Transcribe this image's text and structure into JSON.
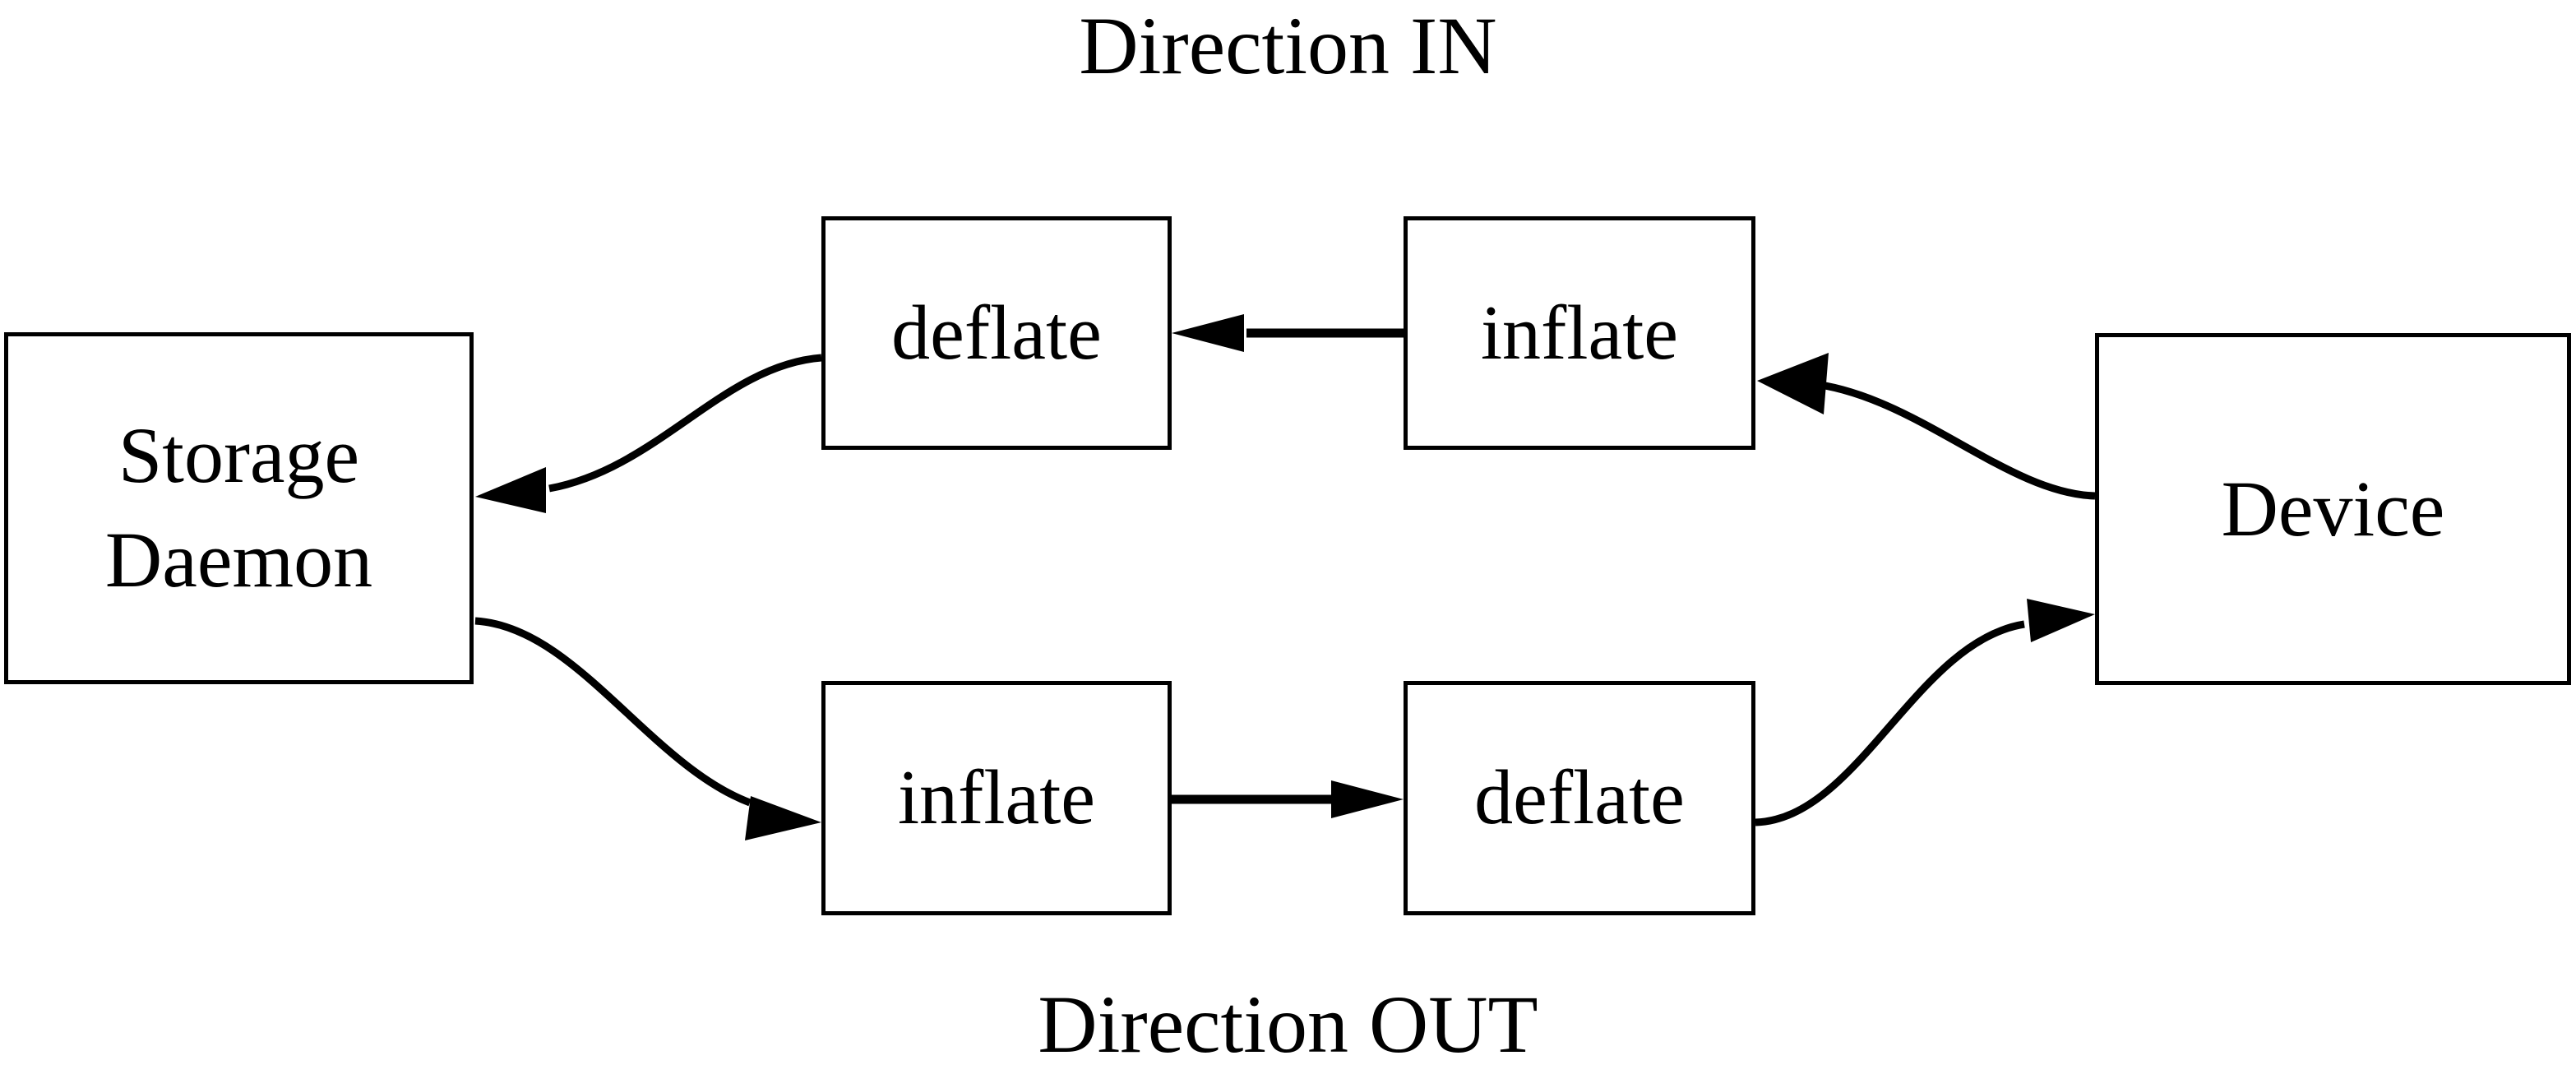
{
  "diagram": {
    "title_top": "Direction IN",
    "title_bottom": "Direction OUT",
    "stroke_color": "#000000",
    "background_color": "#ffffff",
    "nodes": [
      {
        "id": "storage-daemon",
        "label_line1": "Storage",
        "label_line2": "Daemon"
      },
      {
        "id": "deflate-in",
        "label": "deflate"
      },
      {
        "id": "inflate-in",
        "label": "inflate"
      },
      {
        "id": "device",
        "label": "Device"
      },
      {
        "id": "inflate-out",
        "label": "inflate"
      },
      {
        "id": "deflate-out",
        "label": "deflate"
      }
    ],
    "edges": [
      {
        "id": "device-to-inflate-in",
        "from": "Device",
        "to": "inflate",
        "style": "curved",
        "direction": "right-to-left"
      },
      {
        "id": "inflate-in-to-deflate-in",
        "from": "inflate",
        "to": "deflate",
        "style": "straight",
        "direction": "right-to-left"
      },
      {
        "id": "deflate-in-to-storage-daemon",
        "from": "deflate",
        "to": "Storage Daemon",
        "style": "curved",
        "direction": "right-to-left"
      },
      {
        "id": "storage-daemon-to-inflate-out",
        "from": "Storage Daemon",
        "to": "inflate",
        "style": "curved",
        "direction": "left-to-right"
      },
      {
        "id": "inflate-out-to-deflate-out",
        "from": "inflate",
        "to": "deflate",
        "style": "straight",
        "direction": "left-to-right"
      },
      {
        "id": "deflate-out-to-device",
        "from": "deflate",
        "to": "Device",
        "style": "curved",
        "direction": "left-to-right"
      }
    ]
  }
}
